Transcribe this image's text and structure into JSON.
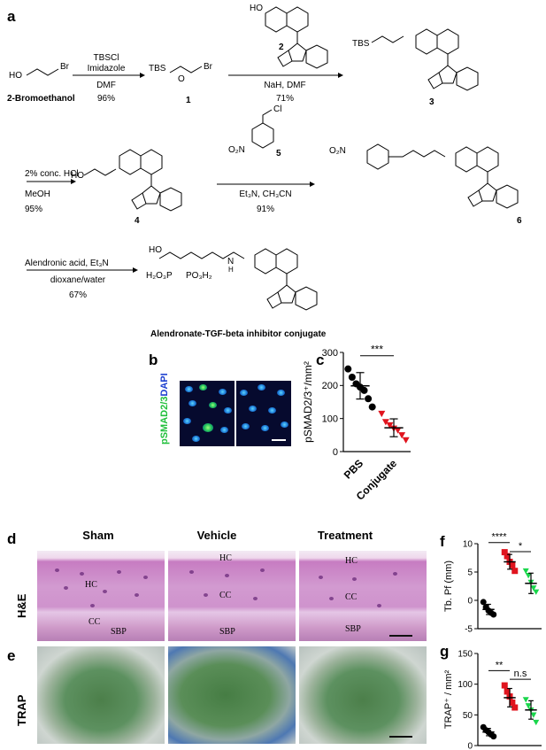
{
  "panel_labels": {
    "a": "a",
    "b": "b",
    "c": "c",
    "d": "d",
    "e": "e",
    "f": "f",
    "g": "g"
  },
  "scheme": {
    "row1": {
      "start_compound": "HO",
      "start_compound_br": "Br",
      "start_name": "2-Bromoethanol",
      "step1_reagents_top1": "TBSCl",
      "step1_reagents_top2": "Imidazole",
      "step1_solvent": "DMF",
      "step1_yield": "96%",
      "compound1_tbs": "TBS",
      "compound1_o": "O",
      "compound1_br": "Br",
      "compound1_label": "1",
      "compound2_label": "2",
      "compound2_ho": "HO",
      "step2_reagents": "NaH, DMF",
      "step2_yield": "71%",
      "compound3_tbs": "TBS",
      "compound3_label": "3"
    },
    "row2": {
      "step3_reagents": "2% conc. HCl",
      "step3_solvent": "MeOH",
      "step3_yield": "95%",
      "compound4_ho": "HO",
      "compound4_label": "4",
      "compound5_no2": "O₂N",
      "compound5_cl": "Cl",
      "compound5_label": "5",
      "step4_reagents": "Et₃N, CH₃CN",
      "step4_yield": "91%",
      "compound6_no2": "O₂N",
      "compound6_label": "6"
    },
    "row3": {
      "step5_reagents": "Alendronic acid, Et₃N",
      "step5_solvent": "dioxane/water",
      "step5_yield": "67%",
      "ho": "HO",
      "h2o3p": "H₂O₃P",
      "po3h2": "PO₃H₂",
      "nh": "N",
      "h": "H",
      "product_name": "Alendronate-TGF-beta inhibitor conjugate"
    },
    "atoms": {
      "N": "N",
      "O": "O"
    }
  },
  "panel_b": {
    "ylabel_green": "pSMAD2/3",
    "ylabel_blue": "DAPI"
  },
  "panel_c": {
    "ylabel": "pSMAD2/3⁺/mm²",
    "significance": "***"
  },
  "panel_d": {
    "columns": [
      "Sham",
      "Vehicle",
      "Treatment"
    ],
    "row_label": "H&E",
    "zones": {
      "hc": "HC",
      "cc": "CC",
      "sbp": "SBP"
    }
  },
  "panel_e": {
    "row_label": "TRAP"
  },
  "panel_f": {
    "ylabel": "Tb. Pf (mm)",
    "sig1": "****",
    "sig2": "*"
  },
  "panel_g": {
    "ylabel": "TRAP⁺ / mm²",
    "sig1": "**",
    "sig2": "n.s"
  },
  "chart_data": [
    {
      "id": "c",
      "type": "scatter",
      "categories": [
        "PBS",
        "Conjugate"
      ],
      "ylim": [
        0,
        300
      ],
      "yticks": [
        0,
        100,
        200,
        300
      ],
      "ylabel": "pSMAD2/3⁺/mm²",
      "series": [
        {
          "category": "PBS",
          "color": "#000000",
          "marker": "circle",
          "values": [
            250,
            225,
            205,
            195,
            185,
            160,
            135
          ],
          "mean": 199,
          "sd": 40
        },
        {
          "category": "Conjugate",
          "color": "#e0141e",
          "marker": "triangle-down",
          "values": [
            115,
            90,
            80,
            70,
            65,
            50,
            35
          ],
          "mean": 72,
          "sd": 27
        }
      ]
    },
    {
      "id": "f",
      "type": "scatter",
      "categories": [
        "Sham",
        "Vehicle",
        "Treatment"
      ],
      "ylim": [
        -5,
        10
      ],
      "yticks": [
        -5,
        0,
        5,
        10
      ],
      "ylabel": "Tb. Pf (mm)",
      "series": [
        {
          "category": "Sham",
          "color": "#000000",
          "marker": "circle",
          "values": [
            -0.3,
            -1.2,
            -1.8,
            -2.2,
            -2.5
          ],
          "mean": -1.6,
          "sd": 0.9
        },
        {
          "category": "Vehicle",
          "color": "#e0141e",
          "marker": "square",
          "values": [
            8.5,
            7.8,
            6.8,
            6.2,
            5.2
          ],
          "mean": 6.8,
          "sd": 1.3
        },
        {
          "category": "Treatment",
          "color": "#19d64b",
          "marker": "triangle-down",
          "values": [
            5.2,
            4.4,
            3.2,
            2.2,
            1.5
          ],
          "mean": 3.0,
          "sd": 1.8
        }
      ]
    },
    {
      "id": "g",
      "type": "scatter",
      "categories": [
        "Sham",
        "Vehicle",
        "Treatment"
      ],
      "ylim": [
        0,
        150
      ],
      "yticks": [
        0,
        50,
        100,
        150
      ],
      "ylabel": "TRAP⁺ / mm²",
      "series": [
        {
          "category": "Sham",
          "color": "#000000",
          "marker": "circle",
          "values": [
            30,
            25,
            22,
            18,
            15
          ],
          "mean": 22,
          "sd": 6
        },
        {
          "category": "Vehicle",
          "color": "#e0141e",
          "marker": "square",
          "values": [
            98,
            88,
            80,
            70,
            62
          ],
          "mean": 78,
          "sd": 15
        },
        {
          "category": "Treatment",
          "color": "#19d64b",
          "marker": "triangle-down",
          "values": [
            75,
            65,
            58,
            50,
            38
          ],
          "mean": 58,
          "sd": 15
        }
      ]
    }
  ]
}
